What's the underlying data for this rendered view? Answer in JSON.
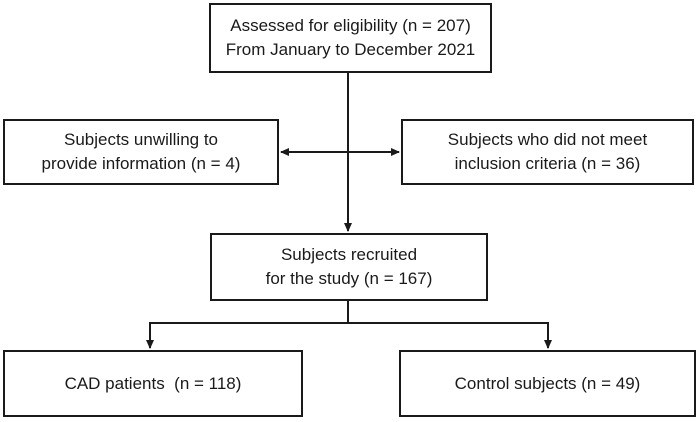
{
  "diagram": {
    "boxes": {
      "eligibility": {
        "line1": "Assessed for eligibility (n = 207)",
        "line2": "From January to December 2021"
      },
      "unwilling": {
        "line1": "Subjects unwilling to",
        "line2": "provide information (n = 4)"
      },
      "excluded": {
        "line1": "Subjects who did not meet",
        "line2": "inclusion criteria (n = 36)"
      },
      "recruited": {
        "line1": "Subjects recruited",
        "line2": "for the study (n = 167)"
      },
      "cad": {
        "line1": "CAD patients  (n = 118)"
      },
      "control": {
        "line1": "Control subjects (n = 49)"
      }
    },
    "colors": {
      "line": "#1a1a1a",
      "box_fill": "#ffffff"
    }
  }
}
